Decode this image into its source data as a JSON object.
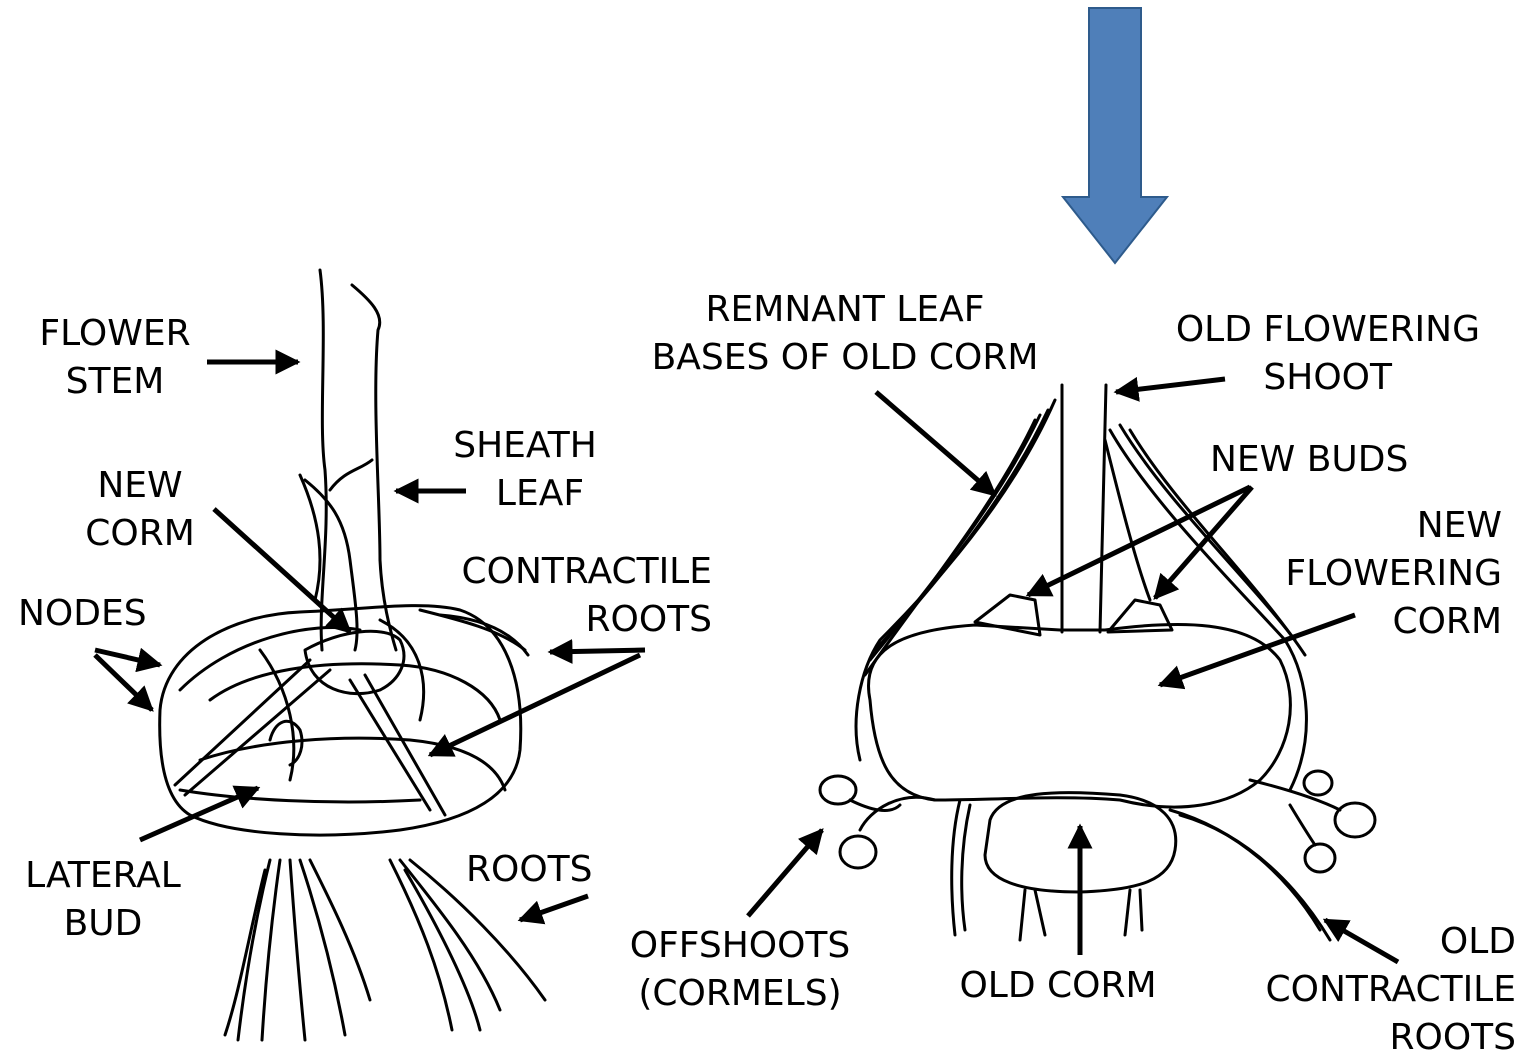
{
  "colors": {
    "ink": "#000000",
    "highlight_arrow": "#4f7fb9",
    "highlight_arrow_stroke": "#2e5b8c"
  },
  "icons": {
    "highlight": "down-arrow-icon"
  },
  "left_diagram": {
    "flower_stem": [
      "FLOWER",
      "STEM"
    ],
    "sheath_leaf": [
      "SHEATH",
      "LEAF"
    ],
    "new_corm": [
      "NEW",
      "CORM"
    ],
    "nodes": "NODES",
    "contractile_roots": [
      "CONTRACTILE",
      "ROOTS"
    ],
    "lateral_bud": [
      "LATERAL",
      "BUD"
    ],
    "roots": "ROOTS"
  },
  "right_diagram": {
    "remnant_leaf": [
      "REMNANT LEAF",
      "BASES OF OLD CORM"
    ],
    "old_flowering_shoot": [
      "OLD FLOWERING",
      "SHOOT"
    ],
    "new_buds": "NEW BUDS",
    "new_flowering_corm": [
      "NEW",
      "FLOWERING",
      "CORM"
    ],
    "offshoots": [
      "OFFSHOOTS",
      "(CORMELS)"
    ],
    "old_corm": "OLD CORM",
    "old_contractile_roots": [
      "OLD",
      "CONTRACTILE",
      "ROOTS"
    ]
  }
}
